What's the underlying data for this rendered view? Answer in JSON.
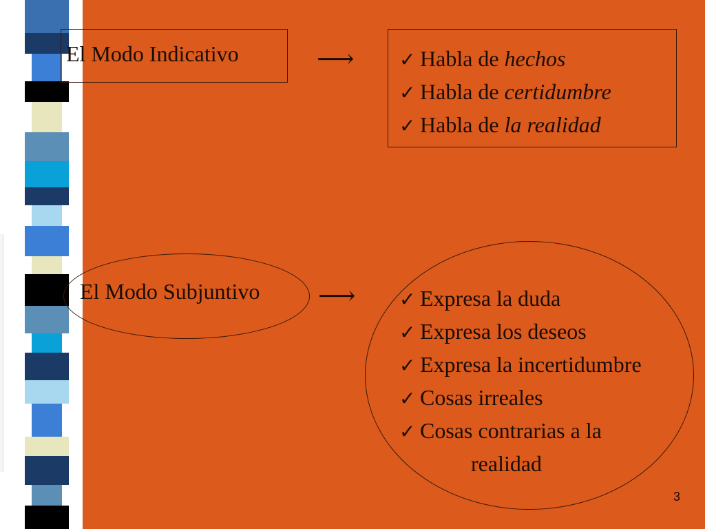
{
  "slide": {
    "indicative": {
      "title": "El Modo Indicativo",
      "arrow": "⟶",
      "items": [
        {
          "check": "✓",
          "prefix": "Habla de ",
          "emph": "hechos"
        },
        {
          "check": "✓",
          "prefix": "Habla de ",
          "emph": "certidumbre"
        },
        {
          "check": "✓",
          "prefix": "Habla de ",
          "emph": "la realidad"
        }
      ]
    },
    "subjunctive": {
      "title": "El Modo Subjuntivo",
      "arrow": "⟶",
      "items": [
        {
          "check": "✓",
          "text": "Expresa la duda"
        },
        {
          "check": "✓",
          "text": "Expresa los deseos"
        },
        {
          "check": "✓",
          "text": "Expresa la incertidumbre"
        },
        {
          "check": "✓",
          "text": "Cosas irreales"
        },
        {
          "check": "✓",
          "text": "Cosas contrarias a la"
        }
      ],
      "continuation": "realidad"
    },
    "page_number": "3"
  },
  "colors": {
    "background": "#dc5a1c",
    "text": "#1a0c06",
    "stripes": [
      "#1b3a66",
      "#3b7fd6",
      "#000000",
      "#e8e6bc",
      "#5b8fb5",
      "#0aa0d8",
      "#a8d8f0"
    ]
  }
}
